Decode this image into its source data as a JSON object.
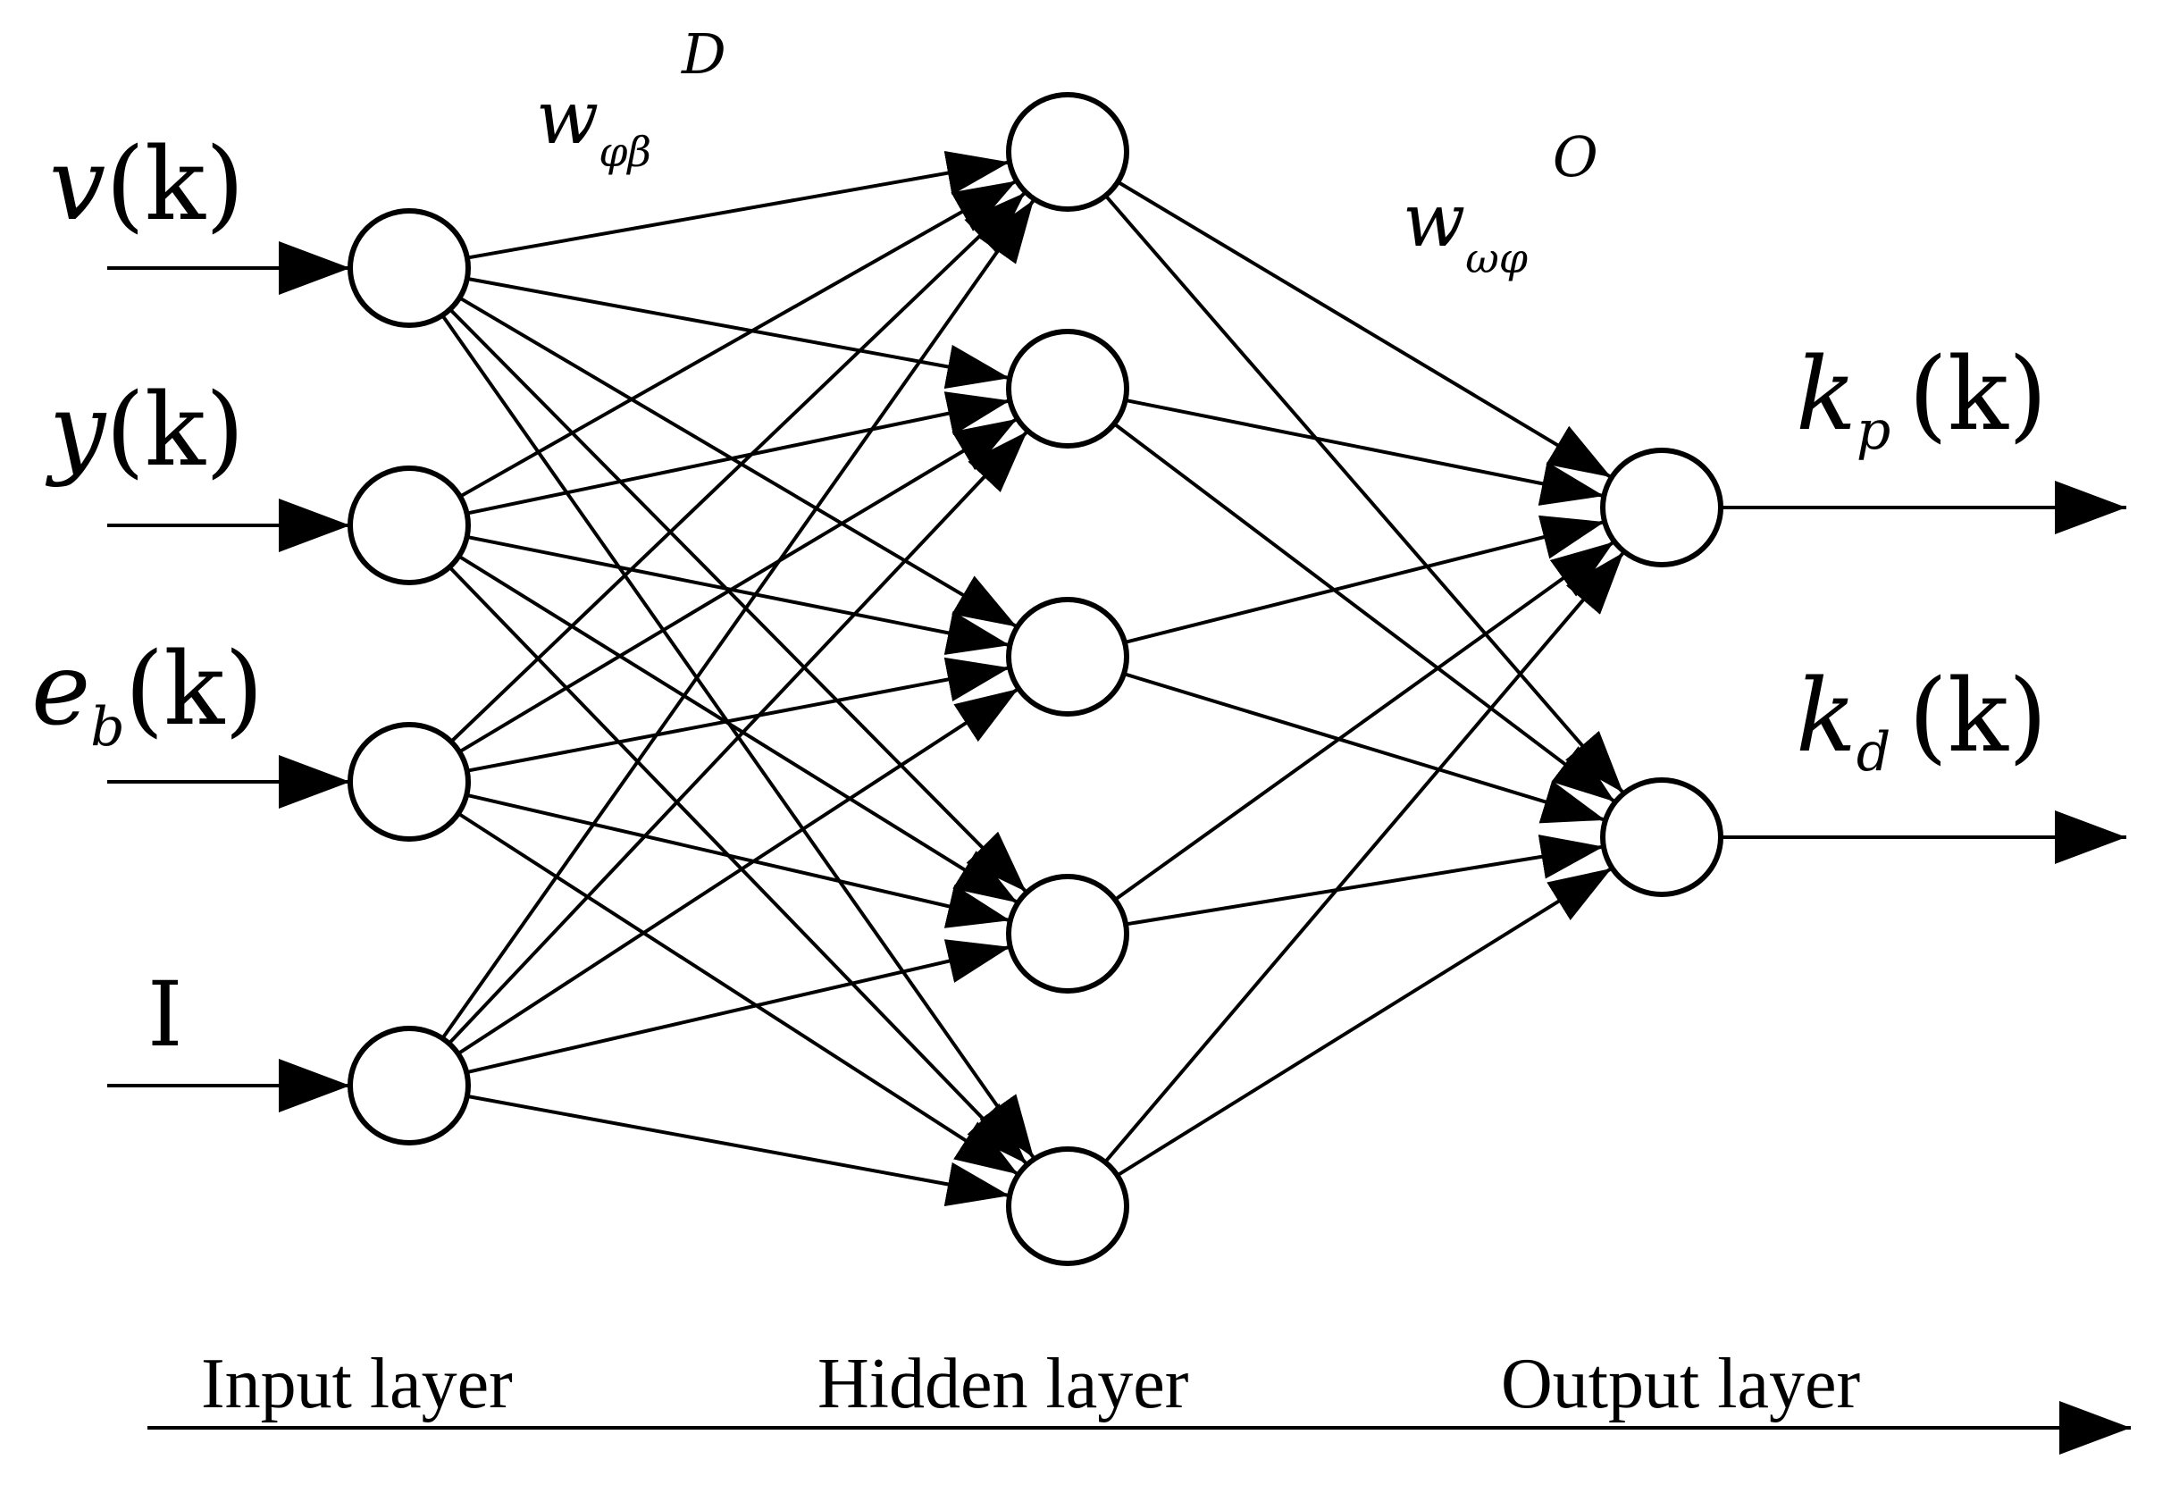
{
  "inputs": [
    {
      "id": "v",
      "base": "v",
      "sub": "",
      "arg": "(k)"
    },
    {
      "id": "y",
      "base": "y",
      "sub": "",
      "arg": "(k)"
    },
    {
      "id": "eb",
      "base": "e",
      "sub": "b",
      "arg": "(k)"
    },
    {
      "id": "I",
      "base": "I",
      "sub": "",
      "arg": ""
    }
  ],
  "outputs": [
    {
      "id": "kp",
      "base": "k",
      "sub": "p",
      "arg": "(k)"
    },
    {
      "id": "kd",
      "base": "k",
      "sub": "d",
      "arg": "(k)"
    }
  ],
  "hidden_node_count": 5,
  "weights": {
    "input_hidden": {
      "base": "w",
      "sub": "φβ",
      "sup": "D"
    },
    "hidden_output": {
      "base": "w",
      "sub": "ωφ",
      "sup": "O"
    }
  },
  "layers": {
    "input": "Input layer",
    "hidden": "Hidden layer",
    "output": "Output layer"
  }
}
